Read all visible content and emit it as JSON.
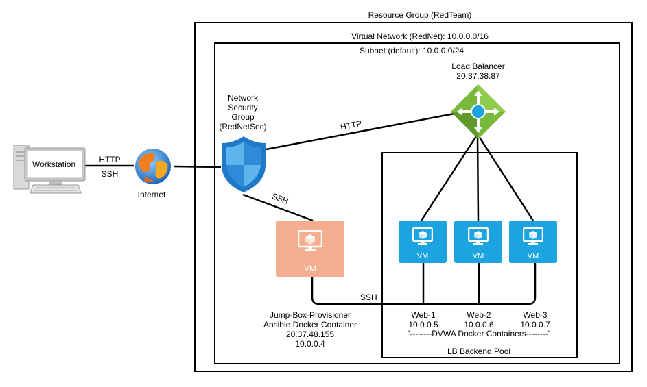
{
  "resource_group": "Resource Group (RedTeam)",
  "vnet": "Virtual Network (RedNet): 10.0.0.0/16",
  "subnet": "Subnet (default): 10.0.0.0/24",
  "workstation": "Workstation",
  "internet": "Internet",
  "edge_protocols": {
    "http": "HTTP",
    "ssh": "SSH"
  },
  "nsg_lines": [
    "Network",
    "Security",
    "Group",
    "(RedNetSec)"
  ],
  "nsg_to_lb": "HTTP",
  "nsg_to_jump": "SSH",
  "jump_to_web": "SSH",
  "load_balancer": {
    "name": "Load Balancer",
    "ip": "20.37.38.87"
  },
  "jumpbox": {
    "vm_label": "VM",
    "lines": [
      "Jump-Box-Provisioner",
      "Ansible Docker Container",
      "20.37.48.155",
      "10.0.0.4"
    ],
    "color": "#f4ad8f"
  },
  "web_vms": [
    {
      "vm_label": "VM",
      "name": "Web-1",
      "ip": "10.0.0.5"
    },
    {
      "vm_label": "VM",
      "name": "Web-2",
      "ip": "10.0.0.6"
    },
    {
      "vm_label": "VM",
      "name": "Web-3",
      "ip": "10.0.0.7"
    }
  ],
  "web_vm_color": "#1ca4e0",
  "dvwa": "'--------DVWA Docker Containers--------'",
  "backend_pool": "LB Backend Pool",
  "lb_color": "#7ab93b",
  "shield_color": "#1f78c8"
}
